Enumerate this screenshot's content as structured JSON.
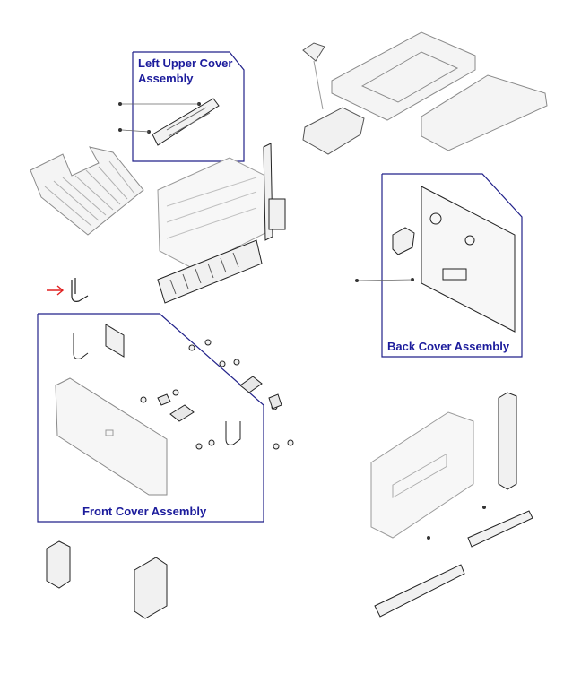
{
  "callouts": {
    "left_upper_cover_line1": "Left Upper Cover",
    "left_upper_cover_line2": "Assembly",
    "back_cover": "Back Cover Assembly",
    "front_cover": "Front Cover Assembly"
  },
  "colors": {
    "callout_text": "#1c1c9c",
    "callout_box": "#22228a",
    "part_stroke": "#8a8a8a",
    "part_stroke_dark": "#222222",
    "part_fill": "#f1f1f1",
    "pointer_arrow": "#e02020"
  }
}
